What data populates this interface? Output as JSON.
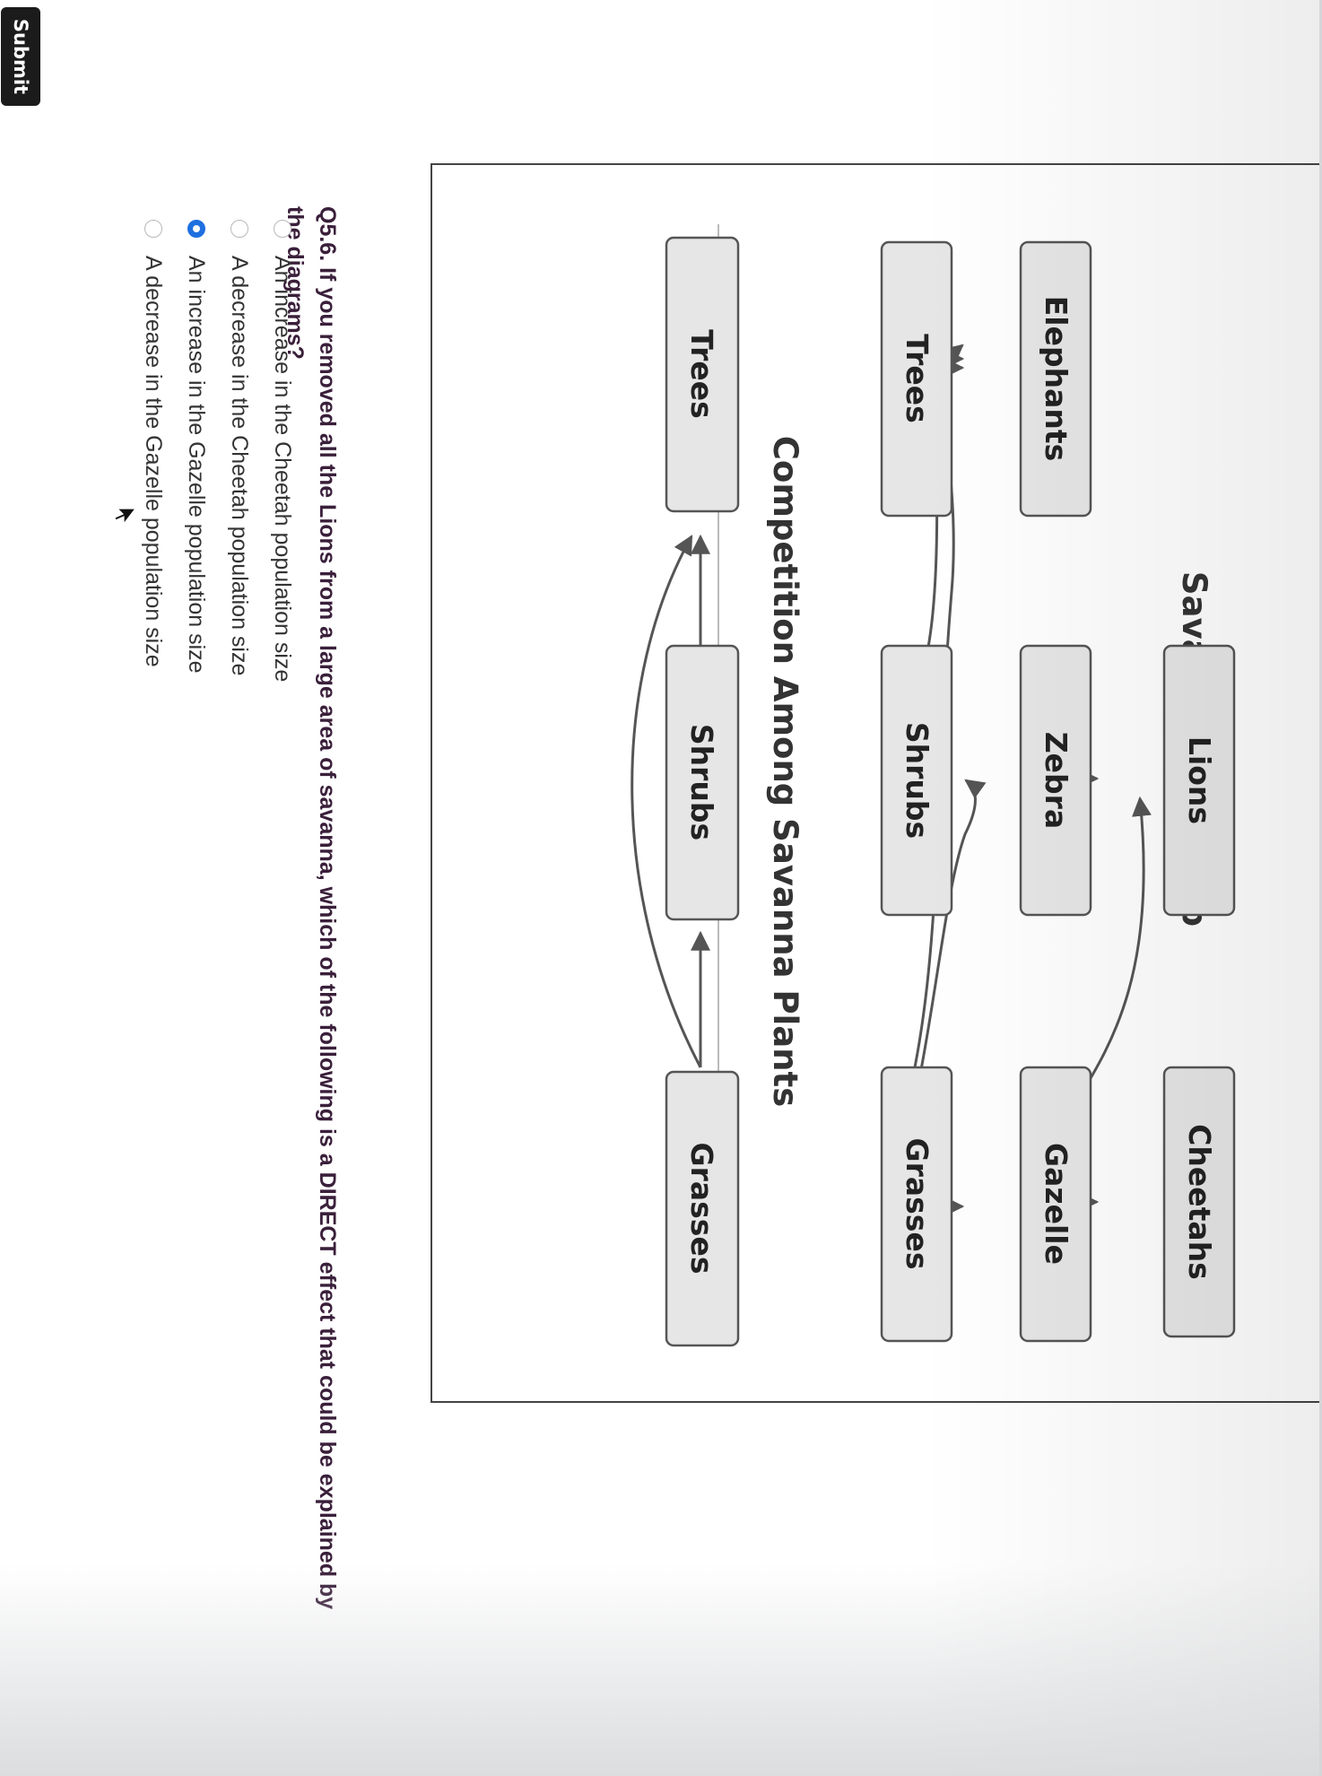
{
  "submit_label": "Submit",
  "food_web": {
    "title": "Savanna Food Web",
    "nodes": {
      "lions": "Lions",
      "cheetahs": "Cheetahs",
      "elephants": "Elephants",
      "zebra": "Zebra",
      "gazelle": "Gazelle",
      "trees": "Trees",
      "shrubs": "Shrubs",
      "grasses": "Grasses"
    }
  },
  "competition": {
    "title": "Competition Among Savanna Plants",
    "nodes": {
      "trees": "Trees",
      "shrubs": "Shrubs",
      "grasses": "Grasses"
    }
  },
  "question": {
    "text": "Q5.6. If you removed all the Lions from a large area of savanna, which of the following is a DIRECT effect that could be explained by the diagrams?",
    "options": [
      {
        "label": "An increase in the Cheetah population size",
        "selected": false
      },
      {
        "label": "A decrease in the Cheetah population size",
        "selected": false
      },
      {
        "label": "An increase in the Gazelle population size",
        "selected": true
      },
      {
        "label": "A decrease in the Gazelle population size",
        "selected": false
      }
    ]
  },
  "colors": {
    "accent": "#1f6fe0",
    "node_fill": "#e6e6e6",
    "node_border": "#555555",
    "arrow": "#555555"
  }
}
